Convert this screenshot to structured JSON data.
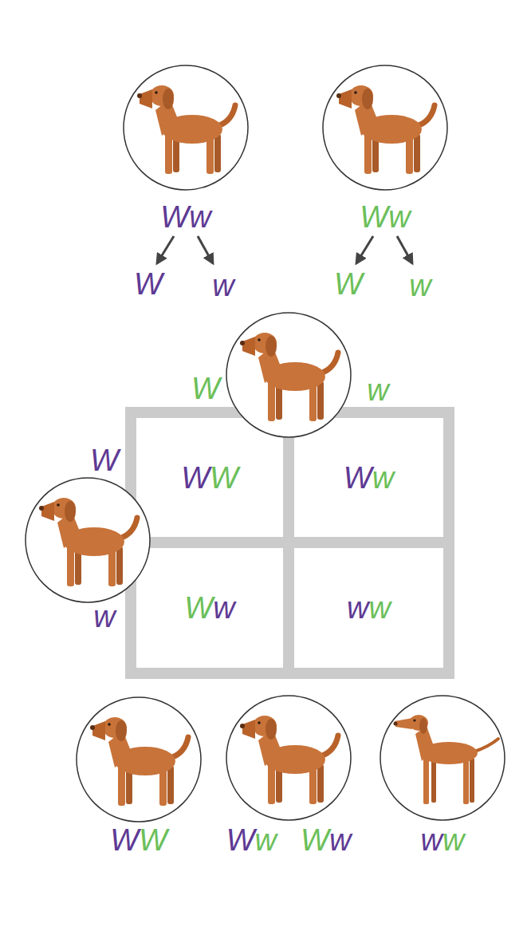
{
  "diagram": {
    "nodes": [
      {
        "text": [
          "Ww"
        ]
      },
      {
        "text": [
          "Ww"
        ]
      },
      {
        "text": [
          "WW"
        ]
      },
      {
        "text": [
          "Ww"
        ]
      },
      {
        "text": [
          "Ww"
        ]
      },
      {
        "text": [
          "ww"
        ]
      },
      {
        "text": [
          "WW"
        ]
      },
      {
        "text": [
          "Ww",
          "Ww"
        ]
      },
      {
        "text": [
          "ww"
        ]
      }
    ],
    "labels": [
      "W",
      "w",
      "W",
      "w",
      "W",
      "w",
      "W",
      "w"
    ]
  }
}
